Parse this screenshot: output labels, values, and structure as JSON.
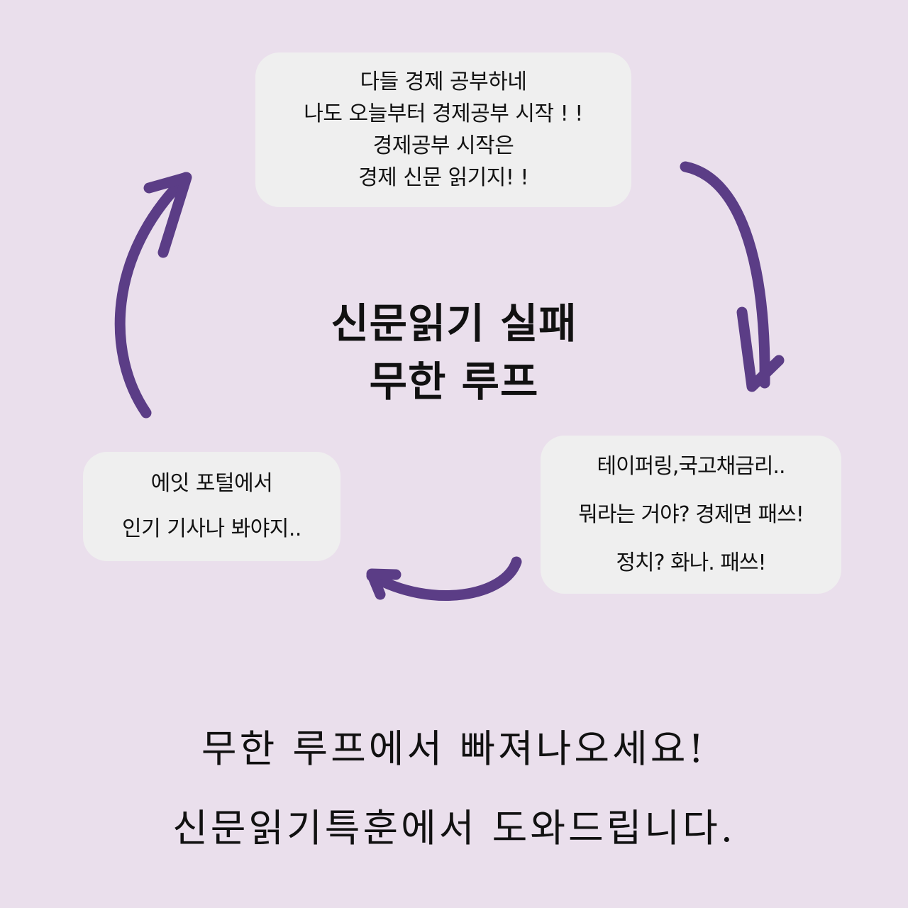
{
  "diagram": {
    "top_bubble": {
      "lines": [
        "다들 경제 공부하네",
        "나도 오늘부터 경제공부 시작 ! !",
        "경제공부 시작은",
        "경제 신문 읽기지! !"
      ]
    },
    "right_bubble": {
      "lines": [
        "테이퍼링,국고채금리..",
        "뭐라는 거야? 경제면 패쓰!",
        "정치?  화나. 패쓰!"
      ]
    },
    "left_bubble": {
      "lines": [
        "에잇 포털에서",
        "인기 기사나 봐야지.."
      ]
    },
    "center_title": {
      "line1": "신문읽기 실패",
      "line2": "무한 루프"
    },
    "arrow_color": "#5b3d86",
    "bubble_color": "#efefef",
    "background_color": "#eadfec"
  },
  "footer": {
    "line1": "무한 루프에서 빠져나오세요!",
    "line2": "신문읽기특훈에서 도와드립니다."
  }
}
